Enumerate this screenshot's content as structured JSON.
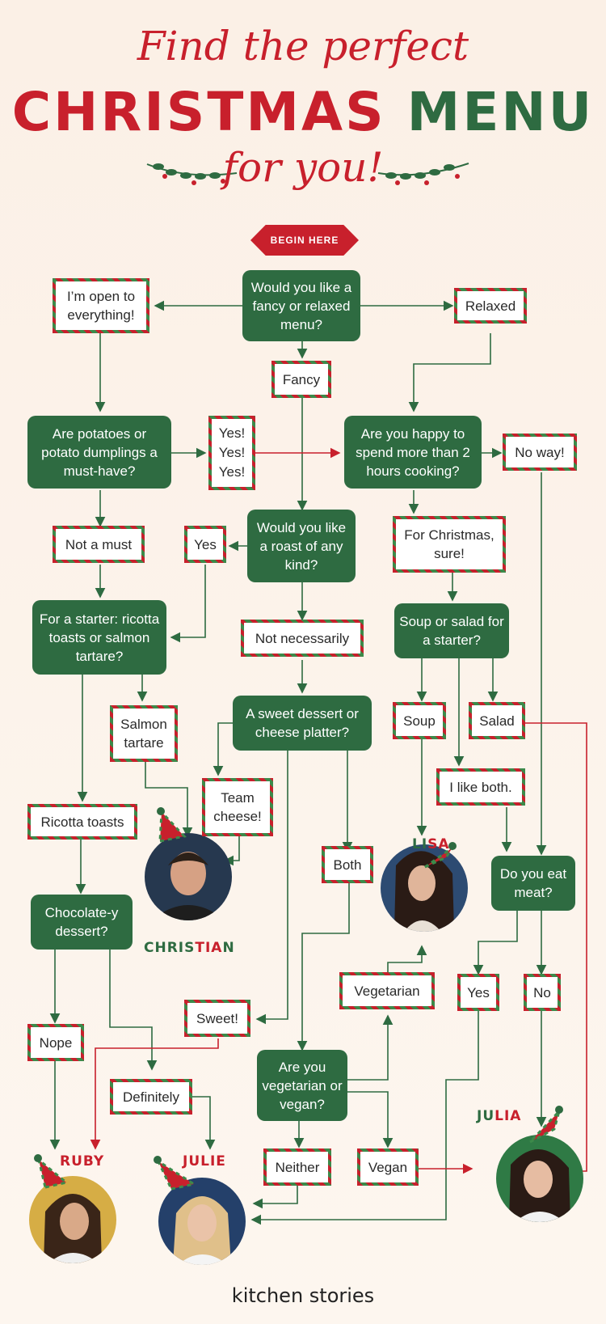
{
  "header": {
    "title_top": "Find the perfect",
    "title_main_1": "CHRISTMAS",
    "title_main_2": "MENU",
    "title_bottom": "for you!"
  },
  "begin_label": "BEGIN HERE",
  "nodes": {
    "q_fancy": "Would you like a fancy or relaxed menu?",
    "a_open": "I’m open to everything!",
    "a_relaxed": "Relaxed",
    "a_fancy": "Fancy",
    "q_potatoes": "Are potatoes or potato dumplings a must-have?",
    "a_yesyesyes": "Yes! Yes! Yes!",
    "q_cooking": "Are you happy to spend more than 2 hours cooking?",
    "a_noway": "No way!",
    "a_notmust": "Not a must",
    "a_yes_roast": "Yes",
    "q_roast": "Would you like a roast of any kind?",
    "a_christmas_sure": "For Christmas, sure!",
    "q_starter": "For a starter: ricotta toasts or salmon tartare?",
    "a_notnecessarily": "Not necessarily",
    "q_soupsalad": "Soup or salad for a starter?",
    "a_salmon": "Salmon tartare",
    "q_dessert": "A sweet dessert or cheese platter?",
    "a_soup": "Soup",
    "a_salad": "Salad",
    "a_cheese": "Team cheese!",
    "a_likeboth": "I like both.",
    "a_ricotta": "Ricotta toasts",
    "a_both": "Both",
    "q_meat": "Do you eat meat?",
    "q_chocolate": "Chocolate-y dessert?",
    "a_vegetarian": "Vegetarian",
    "a_yes_meat": "Yes",
    "a_no_meat": "No",
    "a_sweet": "Sweet!",
    "a_nope": "Nope",
    "q_veg": "Are you vegetarian or vegan?",
    "a_definitely": "Definitely",
    "a_neither": "Neither",
    "a_vegan": "Vegan"
  },
  "people": {
    "christian": {
      "name": "CHRISTIAN",
      "split": 3
    },
    "lisa": {
      "name": "LISA",
      "split": 2
    },
    "julia": {
      "name": "JULIA",
      "split": 2
    },
    "ruby": {
      "name": "RUBY",
      "split": 0
    },
    "julie": {
      "name": "JULIE",
      "split": 0
    }
  },
  "colors": {
    "red": "#c8202c",
    "green": "#2e6b41",
    "background": "#fbf0e6"
  },
  "footer": "kitchen stories"
}
